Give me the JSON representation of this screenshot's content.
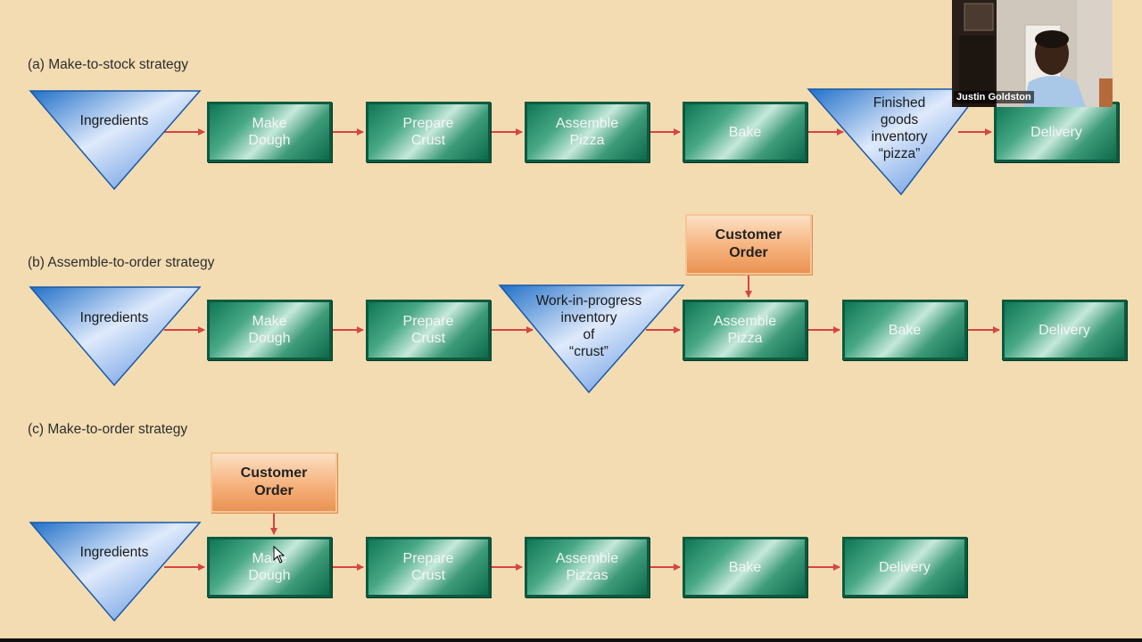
{
  "sections": {
    "a": {
      "caption": "(a) Make-to-stock strategy"
    },
    "b": {
      "caption": "(b) Assemble-to-order strategy"
    },
    "c": {
      "caption": "(c) Make-to-order strategy"
    }
  },
  "nodes": {
    "a_ingredients": "Ingredients",
    "a_make_dough": "Make\nDough",
    "a_prepare_crust": "Prepare\nCrust",
    "a_assemble_pizza": "Assemble\nPizza",
    "a_bake": "Bake",
    "a_finished_goods": "Finished\ngoods\ninventory\n“pizza”",
    "a_delivery": "Delivery",
    "b_customer_order": "Customer\nOrder",
    "b_ingredients": "Ingredients",
    "b_make_dough": "Make\nDough",
    "b_prepare_crust": "Prepare\nCrust",
    "b_wip_inventory": "Work-in-progress\ninventory\nof\n“crust”",
    "b_assemble_pizza": "Assemble\nPizza",
    "b_bake": "Bake",
    "b_delivery": "Delivery",
    "c_customer_order": "Customer\nOrder",
    "c_ingredients": "Ingredients",
    "c_make_dough": "Make\nDough",
    "c_prepare_crust": "Prepare\nCrust",
    "c_assemble_pizzas": "Assemble\nPizzas",
    "c_bake": "Bake",
    "c_delivery": "Delivery"
  },
  "webcam": {
    "name": "Justin Goldston"
  },
  "colors": {
    "background": "#f3dcb2",
    "process_box": "#1f8a64",
    "inventory_triangle": "#2a7fd0",
    "customer_order": "#f3a46a",
    "arrow": "#d64541"
  }
}
